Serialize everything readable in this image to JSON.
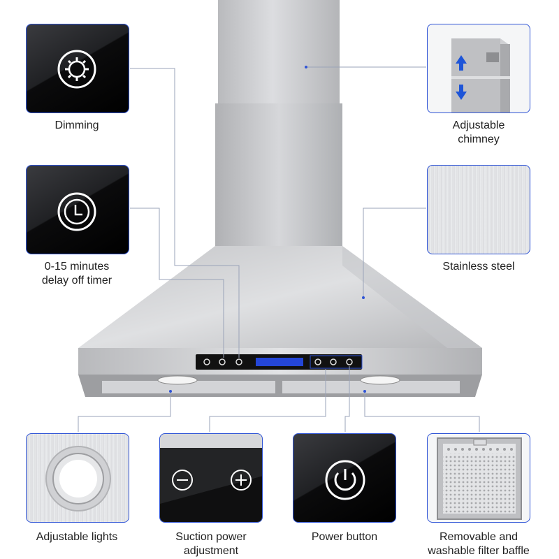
{
  "features": {
    "dimming": {
      "label": "Dimming"
    },
    "timer": {
      "line1": "0-15 minutes",
      "line2": "delay off timer"
    },
    "chimney": {
      "line1": "Adjustable",
      "line2": "chimney"
    },
    "steel": {
      "label": "Stainless steel"
    },
    "lights": {
      "label": "Adjustable lights"
    },
    "suction": {
      "line1": "Suction power",
      "line2": "adjustment"
    },
    "power": {
      "label": "Power button"
    },
    "filter": {
      "line1": "Removable and",
      "line2": "washable filter baffle"
    }
  },
  "colors": {
    "accent": "#2f54d6",
    "steel": "#c9cacd",
    "display": "#2446d8",
    "panel": "#111111"
  },
  "icons": [
    "gear-icon",
    "clock-icon",
    "arrow-up-icon",
    "arrow-down-icon",
    "minus-icon",
    "plus-icon",
    "power-icon",
    "light-icon"
  ]
}
